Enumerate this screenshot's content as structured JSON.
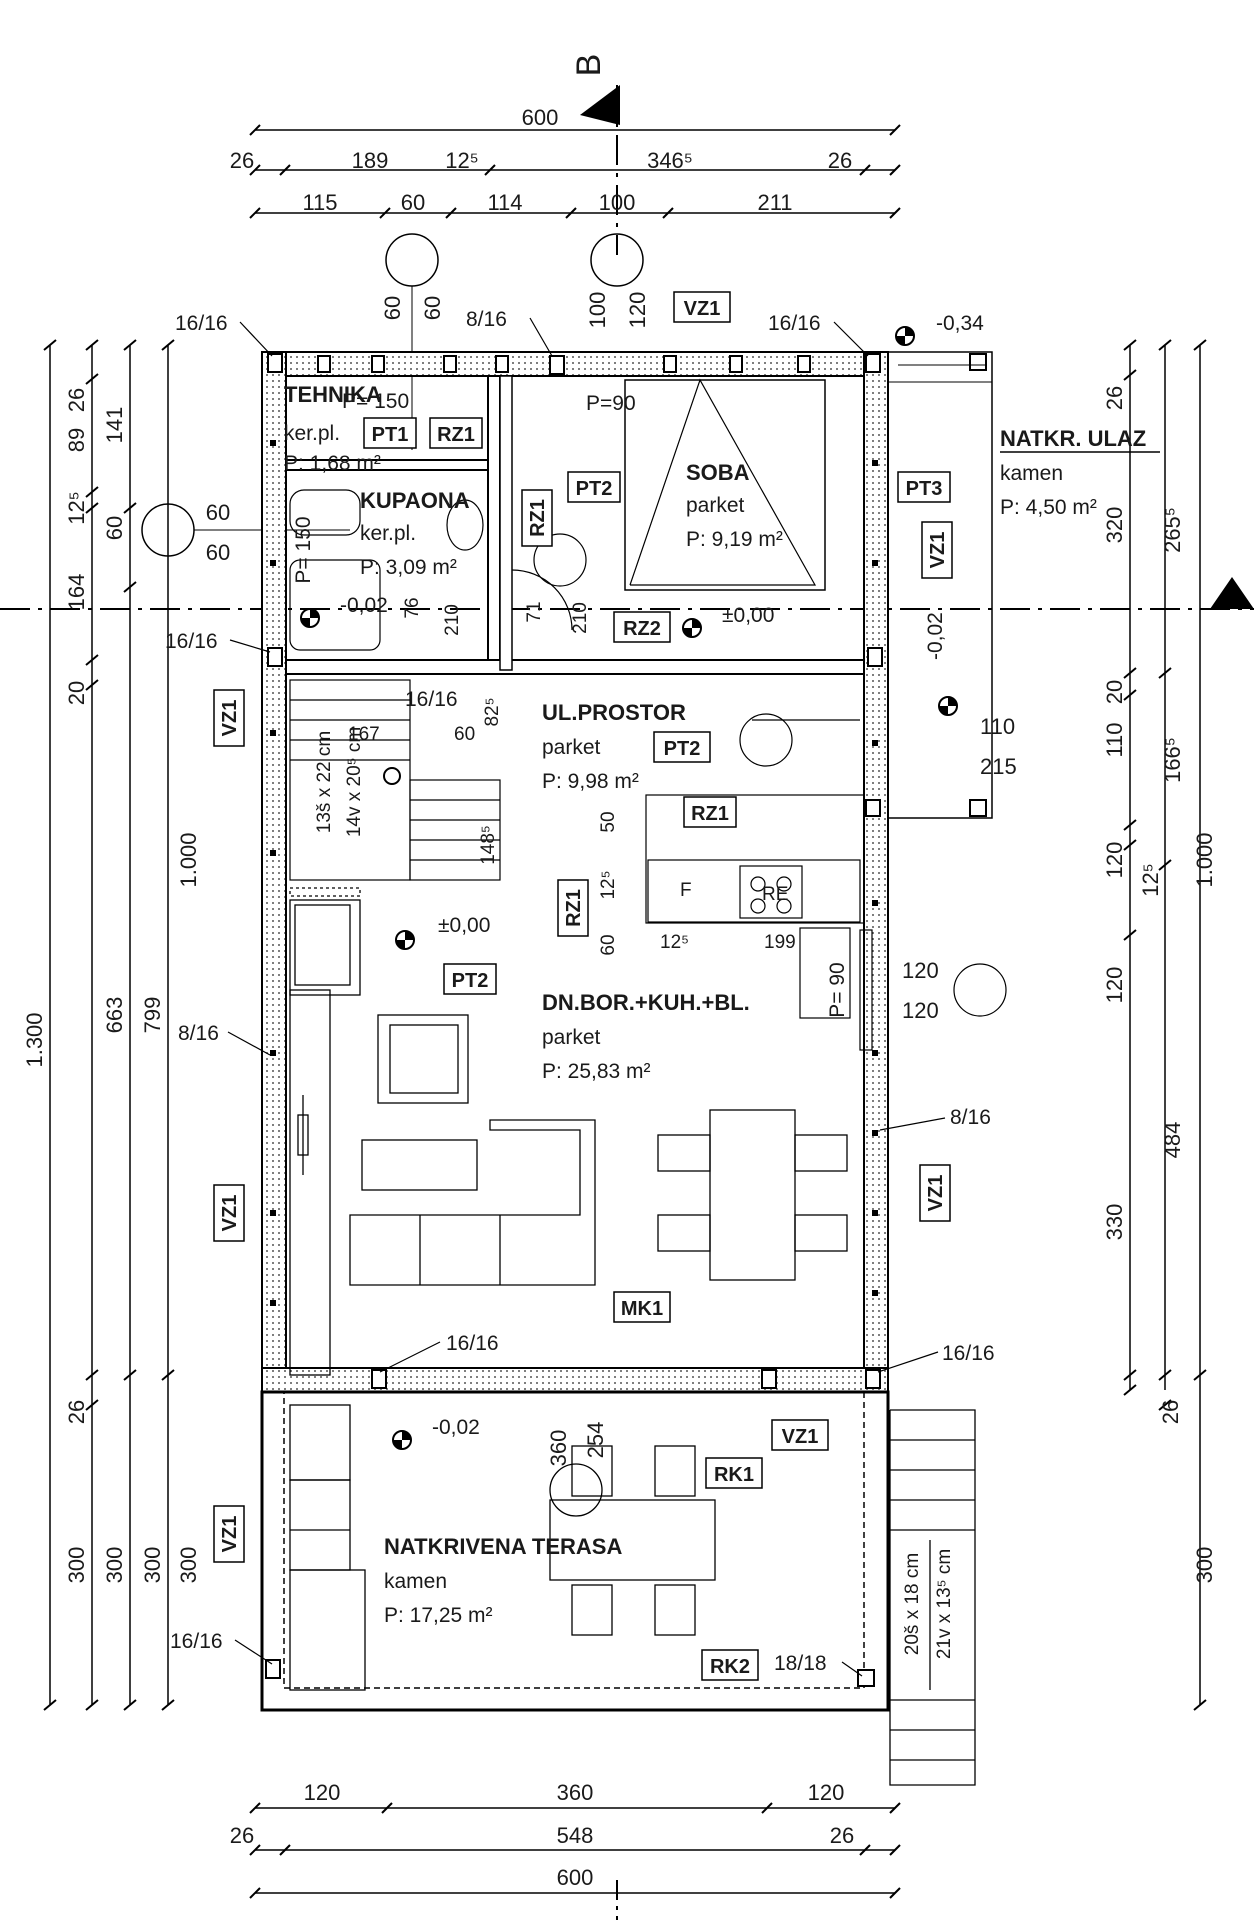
{
  "section_marker": "B",
  "dimensions_top": {
    "total": "600",
    "row2": [
      "26",
      "189",
      "12⁵",
      "346⁵",
      "26"
    ],
    "row3": [
      "115",
      "60",
      "114",
      "100",
      "211"
    ]
  },
  "dimensions_bottom": {
    "row1": [
      "120",
      "360",
      "120"
    ],
    "row2": [
      "26",
      "548",
      "26"
    ],
    "total": "600"
  },
  "dimensions_left": {
    "outer": [
      "1.300"
    ],
    "col2": [
      "26",
      "89",
      "12⁵",
      "164",
      "20",
      "26",
      "300"
    ],
    "col3": [
      "141",
      "60",
      "663",
      "300"
    ],
    "col4": [
      "799",
      "300"
    ],
    "col5": [
      "1.000",
      "300"
    ]
  },
  "dimensions_right": {
    "col1": [
      "26",
      "320",
      "20",
      "110",
      "120",
      "12⁵",
      "120",
      "330",
      "26"
    ],
    "col2": [
      "265⁵",
      "166⁵",
      "484",
      "300"
    ],
    "col3": [
      "1.000",
      "300"
    ]
  },
  "rooms": [
    {
      "name": "TEHNIKA",
      "floor": "ker.pl.",
      "area": "P: 1,68 m²"
    },
    {
      "name": "KUPAONA",
      "floor": "ker.pl.",
      "area": "P: 3,09 m²"
    },
    {
      "name": "SOBA",
      "floor": "parket",
      "area": "P: 9,19 m²"
    },
    {
      "name": "NATKR. ULAZ",
      "floor": "kamen",
      "area": "P: 4,50 m²"
    },
    {
      "name": "UL.PROSTOR",
      "floor": "parket",
      "area": "P: 9,98 m²"
    },
    {
      "name": "DN.BOR.+KUH.+BL.",
      "floor": "parket",
      "area": "P: 25,83 m²"
    },
    {
      "name": "NATKRIVENA TERASA",
      "floor": "kamen",
      "area": "P: 17,25 m²"
    }
  ],
  "codes": {
    "pt1": "PT1",
    "pt2": "PT2",
    "pt3": "PT3",
    "rz1": "RZ1",
    "rz2": "RZ2",
    "vz1": "VZ1",
    "mk1": "MK1",
    "rk1": "RK1",
    "rk2": "RK2"
  },
  "levels": {
    "entrance": "-0,34",
    "bath": "-0,02",
    "room": "±0,00",
    "entry_porch": "-0,02",
    "living": "±0,00",
    "terrace": "-0,02"
  },
  "column_labels": {
    "c1616": "16/16",
    "c816": "8/16",
    "c1818": "18/18"
  },
  "openings": {
    "top1": [
      "60",
      "60"
    ],
    "top2": [
      "100",
      "120"
    ],
    "left": [
      "60",
      "60"
    ],
    "right1": [
      "120",
      "120"
    ],
    "hall": [
      "110",
      "215"
    ],
    "terr": [
      "360",
      "254"
    ],
    "p150a": "P= 150",
    "p150b": "P= 150",
    "p90a": "P=90",
    "p90b": "P= 90",
    "d76": "76",
    "d210a": "210",
    "d71": "71",
    "d210b": "210",
    "d167": "167",
    "d60": "60",
    "d825": "82⁵",
    "d1485": "148⁵",
    "d50": "50",
    "d125a": "12⁵",
    "d60b": "60",
    "d125b": "12⁵",
    "d199": "199",
    "stairs1": "13š x 22 cm",
    "stairs2": "14v x 20⁵ cm",
    "stairs3": "20š x 18 cm",
    "stairs4": "21v x 13⁵ cm"
  },
  "appliance_labels": {
    "fridge": "F",
    "oven": "RE"
  }
}
